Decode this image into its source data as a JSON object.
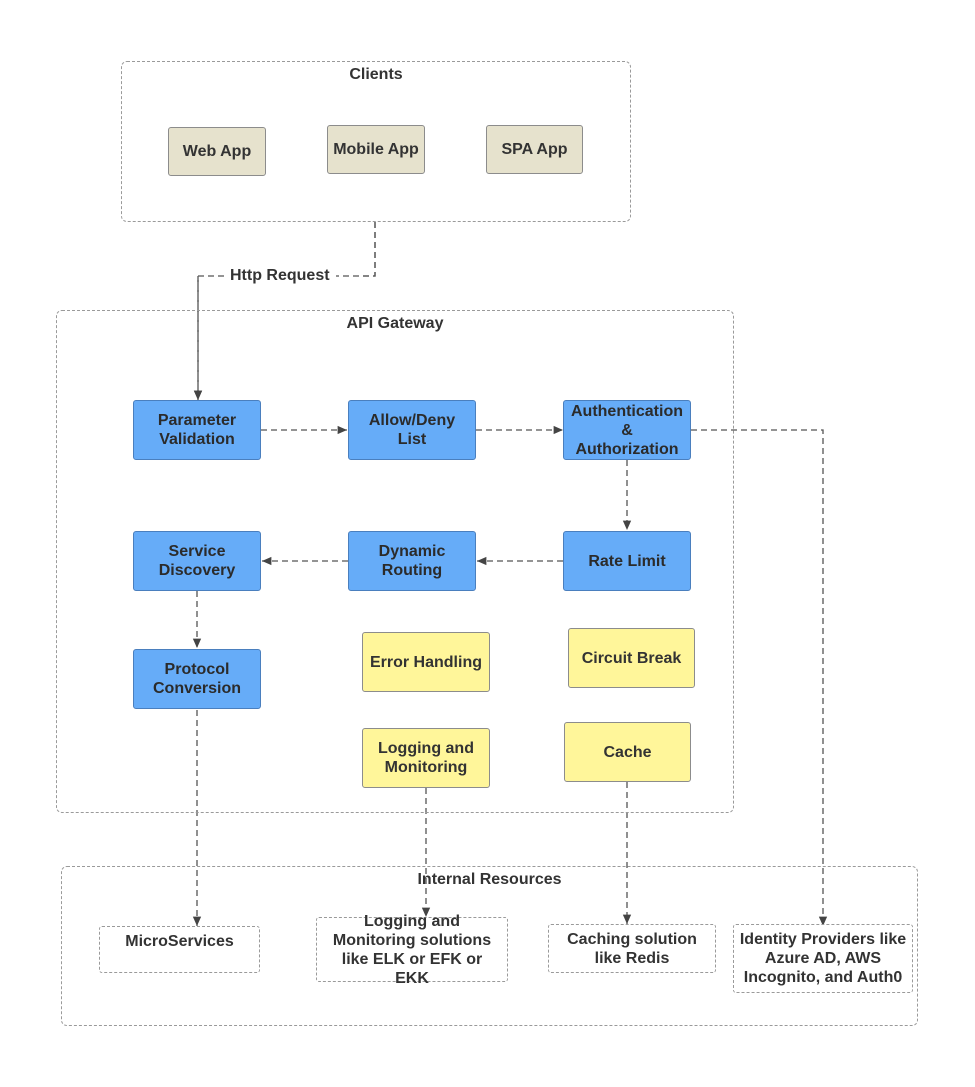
{
  "groups": {
    "clients": "Clients",
    "gateway": "API Gateway",
    "internal": "Internal Resources"
  },
  "clients": {
    "web": "Web App",
    "mobile": "Mobile App",
    "spa": "SPA App"
  },
  "edge_label": "Http Request",
  "gateway": {
    "param_validation": "Parameter Validation",
    "allow_deny": "Allow/Deny List",
    "auth": "Authentication & Authorization",
    "service_discovery": "Service Discovery",
    "dynamic_routing": "Dynamic Routing",
    "rate_limit": "Rate Limit",
    "protocol_conversion": "Protocol Conversion",
    "error_handling": "Error Handling",
    "circuit_break": "Circuit Break",
    "logging": "Logging and Monitoring",
    "cache": "Cache"
  },
  "resources": {
    "microservices": "MicroServices",
    "logging_solutions": "Logging and Monitoring solutions like ELK or EFK or EKK",
    "caching": "Caching solution like Redis",
    "identity": "Identity Providers like Azure AD, AWS Incognito, and Auth0"
  },
  "colors": {
    "client_fill": "#e6e2cd",
    "blue_fill": "#66acf8",
    "yellow_fill": "#fff69a",
    "dashed_border": "#9a9a9a"
  }
}
